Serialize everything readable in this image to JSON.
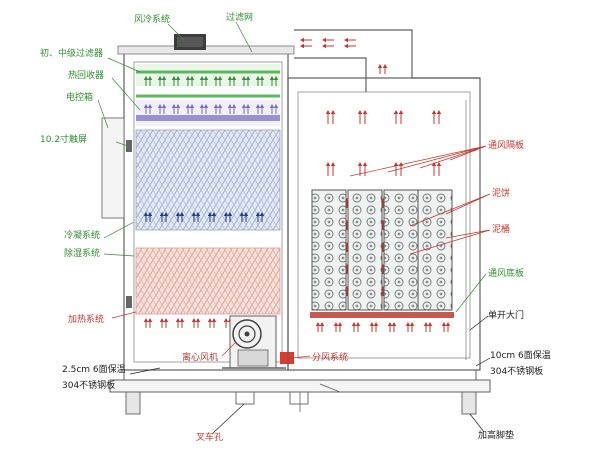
{
  "labels": {
    "fan_system": "风冷系统",
    "filter_screen": "过滤网",
    "primary_mid_filter": "初、中级过滤器",
    "heat_recovery": "热回收器",
    "control_box": "电控箱",
    "touch_screen": "10.2寸触屏",
    "condenser": "冷凝系统",
    "dehumidify": "除湿系统",
    "heating": "加热系统",
    "insulation_left_1": "2.5cm 6面保温",
    "insulation_left_2": "304不锈钢板",
    "centrifugal_fan": "离心风机",
    "air_divider": "分风系统",
    "air_baffle": "通风隔板",
    "mud_cake": "泥饼",
    "mud_tube": "泥桶",
    "air_floor": "通风底板",
    "single_door": "单开大门",
    "insulation_right_1": "10cm 6面保温",
    "insulation_right_2": "304不锈钢板",
    "forklift_hole": "叉车孔",
    "raised_feet": "加高脚垫"
  },
  "colors": {
    "green": "#2f8f2f",
    "red": "#c3382f",
    "blue": "#233a8a",
    "filter_band": "#5cb85c",
    "heat_band": "#9b8fcf",
    "condenser_fill": "#dfe6f3",
    "heating_fill": "#f6dcd6",
    "red_box": "#e03a2e"
  }
}
